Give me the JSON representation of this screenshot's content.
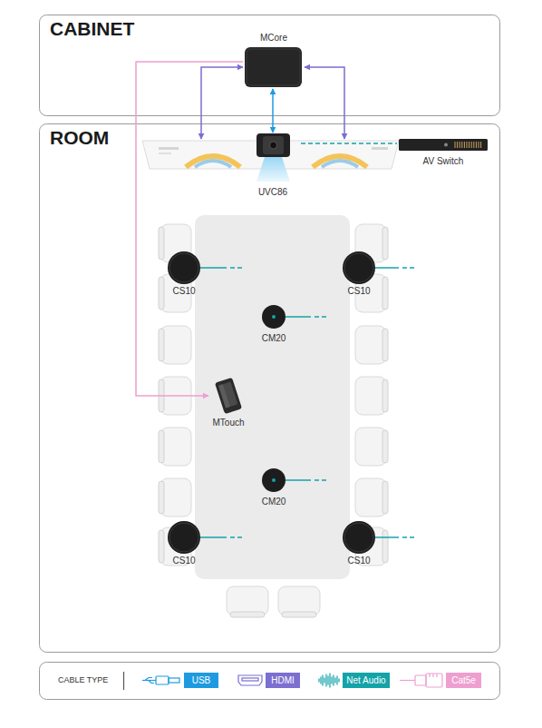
{
  "diagram": {
    "nodes": [
      {
        "text": [
          "CABINET"
        ]
      },
      {
        "text": [
          "MCore"
        ],
        "in": 0
      },
      {
        "text": [
          "ROOM"
        ]
      },
      {
        "text": [
          "UVC86"
        ],
        "in": 2
      },
      {
        "text": [
          "AV Switch"
        ],
        "in": 2
      },
      {
        "text": [
          "CS10"
        ],
        "in": 2
      },
      {
        "text": [
          "CS10"
        ],
        "in": 2
      },
      {
        "text": [
          "CM20"
        ],
        "in": 2
      },
      {
        "text": [
          "MTouch"
        ],
        "in": 2
      },
      {
        "text": [
          "CM20"
        ],
        "in": 2
      },
      {
        "text": [
          "CS10"
        ],
        "in": 2
      },
      {
        "text": [
          "CS10"
        ],
        "in": 2
      }
    ],
    "edges": [
      {
        "from": 1,
        "to": 3,
        "arrow": "both"
      },
      {
        "from": 1,
        "to": 8,
        "arrow": "to"
      },
      {
        "from": 3,
        "to": 4,
        "arrow": "none"
      }
    ],
    "labels": [
      "CABLE TYPE"
    ],
    "legend": [
      {
        "text": "USB",
        "color": "#1e9be0"
      },
      {
        "text": "HDMI",
        "color": "#7b6fd0"
      },
      {
        "text": "Net Audio",
        "color": "#14a3a8"
      },
      {
        "text": "Cat5e",
        "color": "#ee9fd0"
      }
    ]
  }
}
